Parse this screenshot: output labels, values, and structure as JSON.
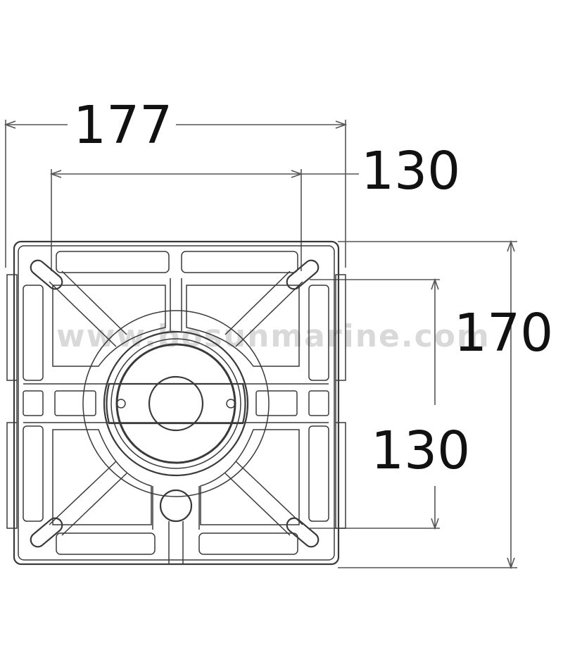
{
  "dimensions": {
    "outer_width": "177",
    "inner_width": "130",
    "outer_height": "170",
    "inner_height": "130"
  },
  "watermark": "www.bosunmarine.com"
}
